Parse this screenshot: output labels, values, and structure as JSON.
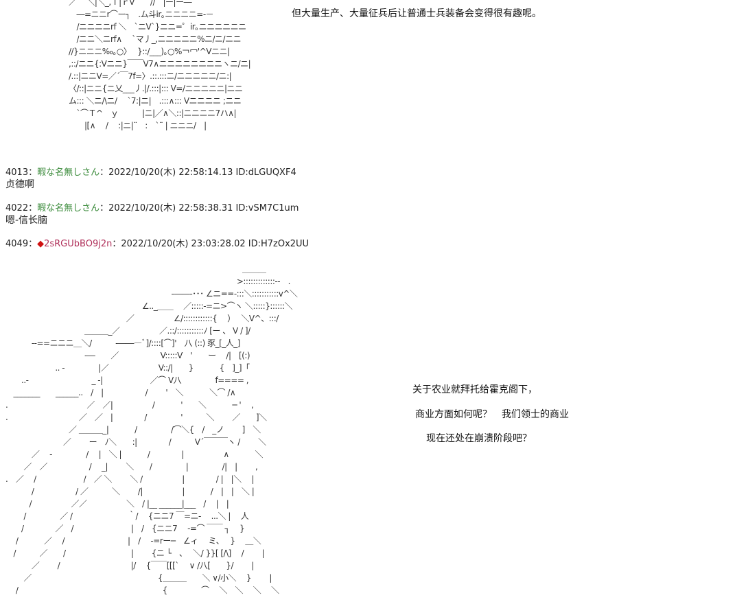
{
  "top_art": {
    "lines": [
      "／　 ＼|＼_,Ｔ|ｒV　　//　|ー|ー―",
      "　―=ニニr⌒ー┐　.ム斗ir｡ニニニニ=-－",
      "　/ニニニニrf ＼　`ニV`}ニニ=゜ir｡ニニニニニニ",
      "　/ニニ＼ニrf∧　 `マ丿_,ニニニニニ%ニ/ニ/ニニ",
      "//}ニニニ‰｡○〉　 }::/___)｡○%￢冖'^Vニニ|",
      ",::/ニニ{:Vニニ}￣￣V7∧ニニニニニニニニヽニ/ニ|",
      "/.::|ニニV=／´￣7f=〉.::.:::ニ/ニニニニニ/ニ:|",
      "〈/::|ニニ{ニ乂___丿.|/.:::|::: V=/ニニニニニ|ニニ",
      "ム::: ＼ニ/\\ニ/　 `7:|ニ|　.:::∧::: Vニニニニ ;ニニ",
      "　`⌒Ｔ^　ｙ　　　|ニ|／∧＼::|ニニニニ7ハ∧|",
      "　　|[∧　 /　 :|ニ|¨　:　`¨ | ニニニ/　|"
    ],
    "speech": "但大量生产、大量征兵后让普通士兵装备会变得很有趣呢。"
  },
  "posts": [
    {
      "number": "4013",
      "sep": "：",
      "name": "暇な名無しさん",
      "meta": "：2022/10/20(木) 22:58:14.13 ID:dLGUQXF4",
      "body": "贞德啊"
    },
    {
      "number": "4022",
      "sep": "：",
      "name": "暇な名無しさん",
      "meta": "：2022/10/20(木) 22:58:38.31 ID:vSM7C1um",
      "body": "嗯-信长脑"
    },
    {
      "number": "4049",
      "sep": "：",
      "trip_mark": "◆",
      "name": "2sRGUbBO9j2n",
      "meta": "：2022/10/20(木) 23:03:28.02 ID:H7zOx2UU"
    }
  ],
  "bottom_art": {
    "lines": [
      "　　　　　　　　　　　　　　　　　　　　　　　　　　　　　　＿＿＿",
      "　　　　　　　　　　　　　　　　　　　　　　　　　　　　　 >:::::::::::::-‐　.",
      "　　　　　　　　　　　　　　　　　　　　　-――‐･･･ ∠ニ==-:::＼:::::::::::v^＼",
      "　　　　　　　　　　　　　　　　　 ∠.._＿＿　 ／:::::-=ニ>⌒ヽ ＼:::::}::::::＼",
      "　　　　　　　　　　　　　　　 ／　　　　　∠/::::::::::::{　 ）　 ＼V^、:::/",
      "　　　　　　　　　　＿＿＿_／　　　　　／.::/:::::::::::ﾉ [ー 、 V / ]/",
      "　　　 -‐==ニニニ＿＼/　　　-―――ﾞ]/::::[⌒]'　八 (::) 豕_[_人_]",
      "　　　　　　　　　　-―　　／　　　　　 V:::::V　'　　ー　 /|　[(:)",
      "　　　　　　 .. -　　　　 |／　　　　　　 V::/|　　}　　　 {　]_]「",
      "　　..‐　　　　　　　　_ -|　　　　　　／⌒ V八　　　　 f==== ,",
      "　_______　　______..　/　|　　　　　 /　　 '　＼　　　 ＼⌒ /∧",
      ".　　　　　　　　　　／　／|　　　　　/　　　 '　　＼　　　 ─ '　 ,",
      ".　　　　　　　　　／　／　|　　　　/　　　　 '　　　＼　　 ／　　]＼",
      "　　　　　　　　／ ＿＿＿_|　　　 /　　　　 /⌒＼{　/　_ノ　　 ]　＼",
      "　　　　　　　 ／　　 ー　ﾉ＼　　:|　　　　/　　　V´￣￣￣ヽ /　　 ＼",
      "　　　 ／　 ‐　　　　 /　 |　＼ |　　　 /　　　　|　　　　　∧　　　 ＼",
      "　　 ／　／　　　　　 /　 _|　　 ＼　　/　　　　 |　　　　 /|　|　　 ,",
      ".　／　 /　　　　　　/　／ ＼　　 ＼ /　　　　　|　　　　/ |　|＼　 |",
      "　　　 /　　　　　 / ／　　　＼　　 /|　　　　　|　　　 /　|　|　＼ |",
      "　　　/　　　　　／／　　　　　＼　/ |__ ______|___　/　 |　|",
      "　　 /　　　　 ／ /　　　　　　　｀/　 {ニニ7 ￣=ニ-　 ...＼ |　 人",
      "　　/　　　　／　/　　　　　　　 |　/　{ニニ7　 -=⌒ ￣￣ ┐　 }",
      "　 /　　　 ／　 /　　　　　　　　|　/　 -=rー─　∠ィ　 ミ､　 }　 ＿＼",
      "　/　　　／　　/　　　　　　　　 |　　 {ニ └　、　 ＼/ }}[ [/\\]　 /　　 |",
      "　　　 ／　　 /　　　　　　　　　|/　 {￣￣[[[`　 ∨ /八[　　}/　　 |",
      "　　 ／　　　　　　　　　　　　　　　　{＿＿＿　　＼ ∨/小＼　 }　　 |",
      "　 /　　　　　　　　　　　　　　　　　　 {　　　　 ⌒　 ＼　＼　 ＼　 ＼"
    ],
    "speech": [
      "关于农业就拜托给霍克阁下，",
      "商业方面如何呢？　我们领士的商业",
      "现在还处在崩溃阶段吧？"
    ]
  }
}
